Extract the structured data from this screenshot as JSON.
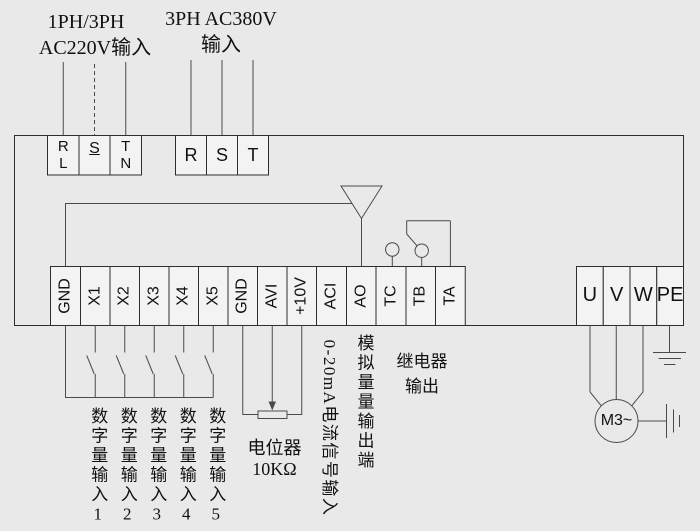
{
  "colors": {
    "background": "#e9e9e9",
    "wire": "#4a4a4a",
    "terminal_border": "#2e2e2e",
    "terminal_fill": "#f3f3f3",
    "text": "#111111"
  },
  "ac220_input": {
    "label_line1": "1PH/3PH",
    "label_line2": "AC220V输入",
    "terminal1_top": "R",
    "terminal1_bottom": "L",
    "terminal2": "S",
    "terminal3_top": "T",
    "terminal3_bottom": "N"
  },
  "ac380_input": {
    "label_line1": "3PH AC380V",
    "label_line2": "输入",
    "terminal1": "R",
    "terminal2": "S",
    "terminal3": "T"
  },
  "io_terminals": [
    "GND",
    "X1",
    "X2",
    "X3",
    "X4",
    "X5",
    "GND",
    "AVI",
    "+10V",
    "ACI",
    "AO",
    "TC",
    "TB",
    "TA"
  ],
  "output_terminals": [
    "U",
    "V",
    "W",
    "PE"
  ],
  "labels": {
    "digital_inputs": [
      "数字量输入1",
      "数字量输入2",
      "数字量输入3",
      "数字量输入4",
      "数字量输入5"
    ],
    "potentiometer_line1": "电位器",
    "potentiometer_line2": "10KΩ",
    "aci_signal": "0-20mA电流信号输入",
    "ao_output": "模拟量量输出端",
    "relay_line1": "继电器",
    "relay_line2": "输出",
    "motor": "M3~"
  }
}
